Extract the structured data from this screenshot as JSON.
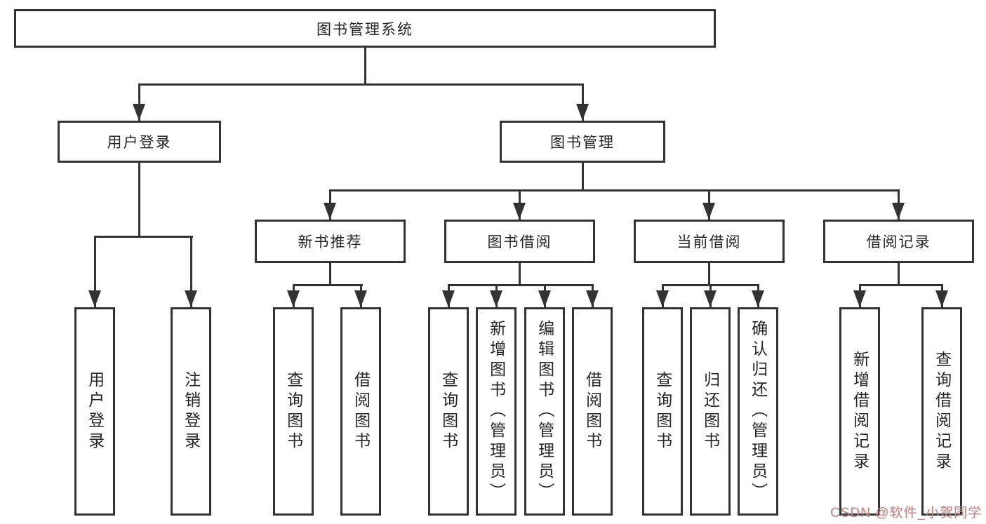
{
  "nodes": {
    "root": {
      "label": "图书管理系统"
    },
    "level2": [
      {
        "label": "用户登录"
      },
      {
        "label": "图书管理"
      }
    ],
    "level3": [
      {
        "label": "新书推荐"
      },
      {
        "label": "图书借阅"
      },
      {
        "label": "当前借阅"
      },
      {
        "label": "借阅记录"
      }
    ],
    "login_children": [
      {
        "label": "用户登录"
      },
      {
        "label": "注销登录"
      }
    ],
    "recommend_children": [
      {
        "label": "查询图书"
      },
      {
        "label": "借阅图书"
      }
    ],
    "borrow_children": [
      {
        "label": "查询图书"
      },
      {
        "label": "新增图书（管理员）"
      },
      {
        "label": "编辑图书（管理员）"
      },
      {
        "label": "借阅图书"
      }
    ],
    "current_children": [
      {
        "label": "查询图书"
      },
      {
        "label": "归还图书"
      },
      {
        "label": "确认归还（管理员）"
      }
    ],
    "record_children": [
      {
        "label": "新增借阅记录"
      },
      {
        "label": "查询借阅记录"
      }
    ]
  },
  "watermark": {
    "text": "CSDN @软件_小贺同学"
  },
  "colors": {
    "line": "#333333",
    "box_border": "#333333",
    "box_background": "#ffffff",
    "text": "#262626",
    "canvas_background": "#ffffff",
    "watermark": "#b08f90"
  }
}
